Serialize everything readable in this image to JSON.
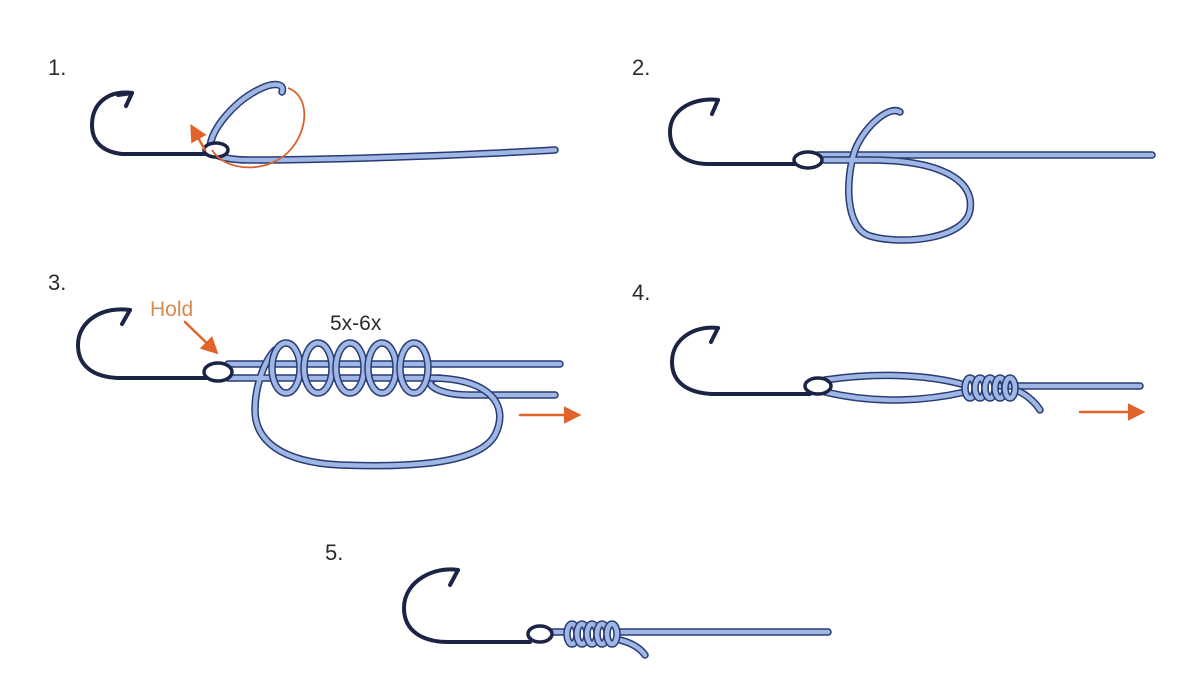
{
  "steps": [
    {
      "number": "1."
    },
    {
      "number": "2."
    },
    {
      "number": "3.",
      "hold_label": "Hold",
      "wraps_label": "5x-6x"
    },
    {
      "number": "4."
    },
    {
      "number": "5."
    }
  ],
  "colors": {
    "hook": "#1b2444",
    "line_fill": "#9eb7e4",
    "line_outline": "#2a3b73",
    "arrow": "#e0642a",
    "hold_text": "#d98a4e"
  },
  "icons": [
    "fishhook-icon",
    "direction-arrow-icon"
  ]
}
